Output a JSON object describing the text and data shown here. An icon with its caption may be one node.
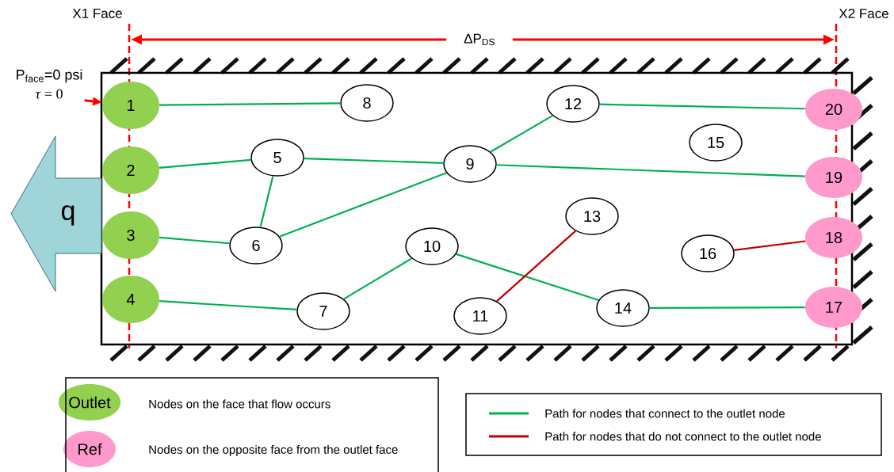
{
  "diagram": {
    "nodes": [
      {
        "text": [
          "P$_{face}$=0 psi",
          "*τ* = 0"
        ]
      },
      {
        "text": [],
        "shape": "box"
      },
      {
        "text": [
          "1"
        ],
        "in": 1
      },
      {
        "text": [
          "2"
        ],
        "in": 1
      },
      {
        "text": [
          "3"
        ],
        "in": 1
      },
      {
        "text": [
          "4"
        ],
        "in": 1
      },
      {
        "text": [
          "5"
        ],
        "in": 1
      },
      {
        "text": [
          "6"
        ],
        "in": 1
      },
      {
        "text": [
          "7"
        ],
        "in": 1
      },
      {
        "text": [
          "8"
        ],
        "in": 1
      },
      {
        "text": [
          "9"
        ],
        "in": 1
      },
      {
        "text": [
          "10"
        ],
        "in": 1
      },
      {
        "text": [
          "11"
        ],
        "in": 1
      },
      {
        "text": [
          "12"
        ],
        "in": 1
      },
      {
        "text": [
          "13"
        ],
        "in": 1
      },
      {
        "text": [
          "14"
        ],
        "in": 1
      },
      {
        "text": [
          "15"
        ],
        "in": 1
      },
      {
        "text": [
          "16"
        ],
        "in": 1
      },
      {
        "text": [
          "17"
        ],
        "in": 1
      },
      {
        "text": [
          "18"
        ],
        "in": 1
      },
      {
        "text": [
          "19"
        ],
        "in": 1
      },
      {
        "text": [
          "20"
        ],
        "in": 1
      },
      {
        "text": [
          "q"
        ]
      },
      {
        "text": [
          "Outlet"
        ],
        "beside": [
          "Nodes on the face that flow occurs"
        ]
      },
      {
        "text": [
          "Ref"
        ],
        "beside": [
          "Nodes on the opposite face from the outlet face"
        ]
      }
    ],
    "edges": [
      {
        "from": 0,
        "to": 2,
        "arrow": "to",
        "color": "#ff0000"
      },
      {
        "from": 2,
        "to": 9,
        "arrow": "none"
      },
      {
        "from": 3,
        "to": 6,
        "arrow": "none"
      },
      {
        "from": 6,
        "to": 10,
        "arrow": "none"
      },
      {
        "from": 10,
        "to": 13,
        "arrow": "none"
      },
      {
        "from": 13,
        "to": 21,
        "arrow": "none"
      },
      {
        "from": 10,
        "to": 20,
        "arrow": "none"
      },
      {
        "from": 6,
        "to": 7,
        "arrow": "none"
      },
      {
        "from": 4,
        "to": 7,
        "arrow": "none"
      },
      {
        "from": 7,
        "to": 10,
        "arrow": "none"
      },
      {
        "from": 5,
        "to": 8,
        "arrow": "none"
      },
      {
        "from": 8,
        "to": 11,
        "arrow": "none"
      },
      {
        "from": 11,
        "to": 15,
        "arrow": "none"
      },
      {
        "from": 15,
        "to": 18,
        "arrow": "none"
      },
      {
        "from": 12,
        "to": 14,
        "arrow": "none",
        "color": "#c00000"
      },
      {
        "from": 17,
        "to": 19,
        "arrow": "none",
        "color": "#c00000"
      }
    ],
    "labels": [
      "X1 Face",
      "X2 Face",
      "ΔP$_{DS}$"
    ],
    "legend": [
      {
        "text": "Path for nodes that connect to the outlet node",
        "color": "#00b050"
      },
      {
        "text": "Path for nodes that do not connect to the outlet node",
        "color": "#c00000"
      }
    ]
  }
}
